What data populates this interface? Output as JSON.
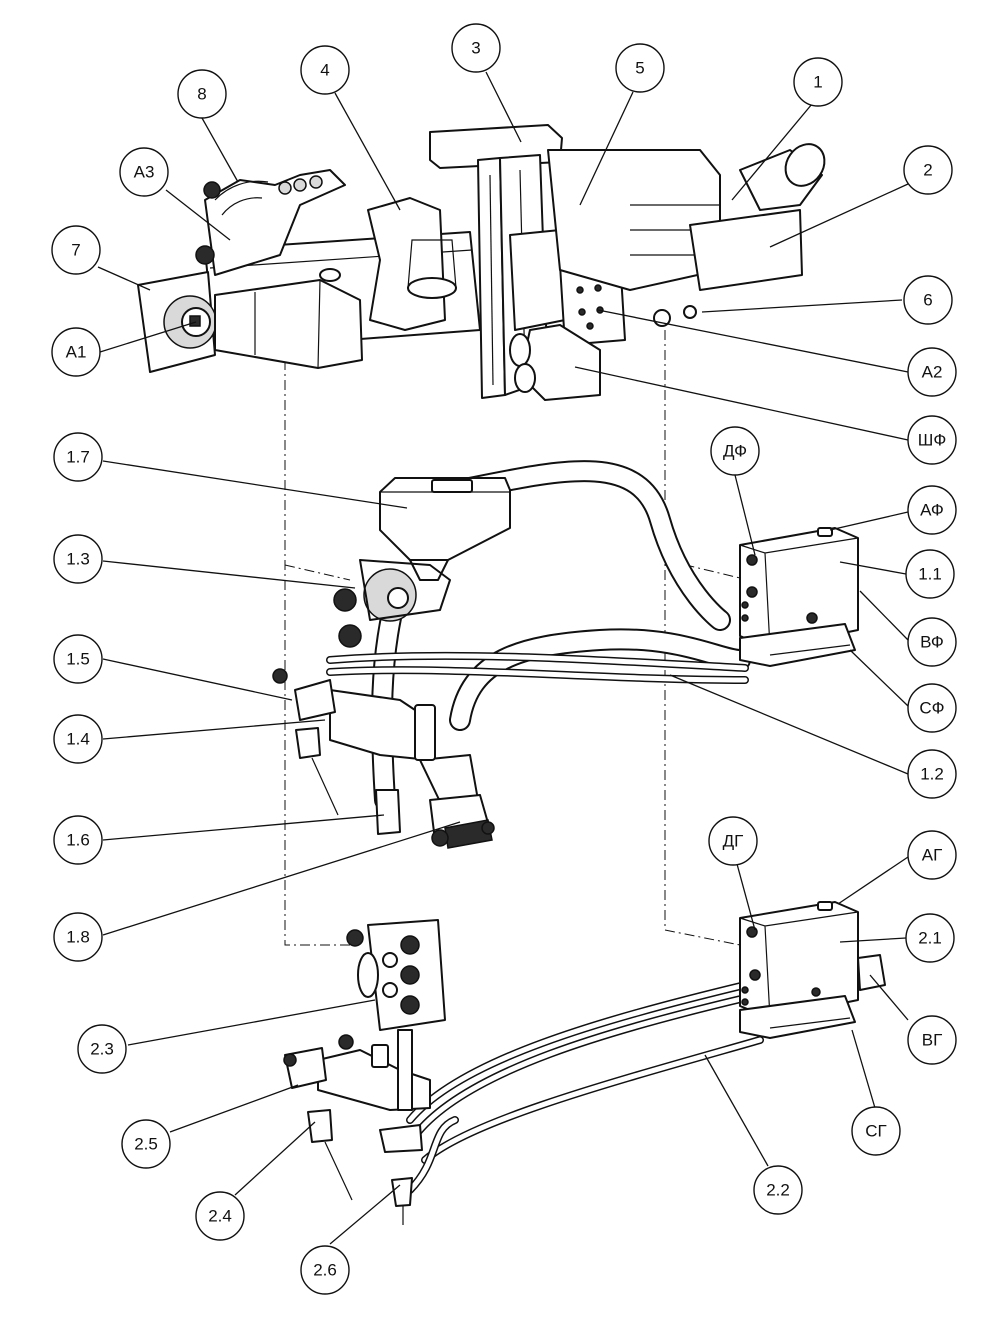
{
  "callouts": [
    {
      "id": "c-1",
      "text": "1"
    },
    {
      "id": "c-2",
      "text": "2"
    },
    {
      "id": "c-3",
      "text": "3"
    },
    {
      "id": "c-4",
      "text": "4"
    },
    {
      "id": "c-5",
      "text": "5"
    },
    {
      "id": "c-6",
      "text": "6"
    },
    {
      "id": "c-7",
      "text": "7"
    },
    {
      "id": "c-8",
      "text": "8"
    },
    {
      "id": "c-a1",
      "text": "А1"
    },
    {
      "id": "c-a2",
      "text": "А2"
    },
    {
      "id": "c-a3",
      "text": "А3"
    },
    {
      "id": "c-shf",
      "text": "ШФ"
    },
    {
      "id": "c-df",
      "text": "ДФ"
    },
    {
      "id": "c-af",
      "text": "АФ"
    },
    {
      "id": "c-1-1",
      "text": "1.1"
    },
    {
      "id": "c-vf",
      "text": "ВФ"
    },
    {
      "id": "c-sf",
      "text": "СФ"
    },
    {
      "id": "c-1-2",
      "text": "1.2"
    },
    {
      "id": "c-1-3",
      "text": "1.3"
    },
    {
      "id": "c-1-4",
      "text": "1.4"
    },
    {
      "id": "c-1-5",
      "text": "1.5"
    },
    {
      "id": "c-1-6",
      "text": "1.6"
    },
    {
      "id": "c-1-7",
      "text": "1.7"
    },
    {
      "id": "c-1-8",
      "text": "1.8"
    },
    {
      "id": "c-dg",
      "text": "ДГ"
    },
    {
      "id": "c-ag",
      "text": "АГ"
    },
    {
      "id": "c-2-1",
      "text": "2.1"
    },
    {
      "id": "c-vg",
      "text": "ВГ"
    },
    {
      "id": "c-sg",
      "text": "СГ"
    },
    {
      "id": "c-2-2",
      "text": "2.2"
    },
    {
      "id": "c-2-3",
      "text": "2.3"
    },
    {
      "id": "c-2-4",
      "text": "2.4"
    },
    {
      "id": "c-2-5",
      "text": "2.5"
    },
    {
      "id": "c-2-6",
      "text": "2.6"
    }
  ]
}
